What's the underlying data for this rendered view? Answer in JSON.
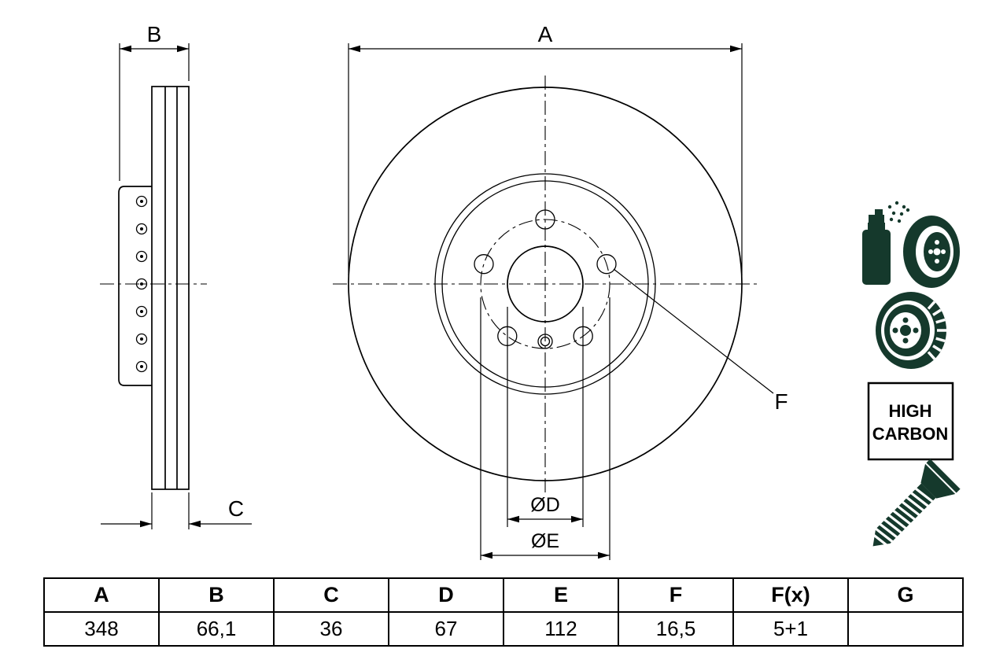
{
  "drawing": {
    "labels": {
      "A": "A",
      "B": "B",
      "C": "C",
      "D": "ØD",
      "E": "ØE",
      "F": "F"
    }
  },
  "icons": {
    "color": "#15392c",
    "high_carbon": [
      "HIGH",
      "CARBON"
    ]
  },
  "table": {
    "headers": [
      "A",
      "B",
      "C",
      "D",
      "E",
      "F",
      "F(x)",
      "G"
    ],
    "values": [
      "348",
      "66,1",
      "36",
      "67",
      "112",
      "16,5",
      "5+1",
      ""
    ]
  }
}
